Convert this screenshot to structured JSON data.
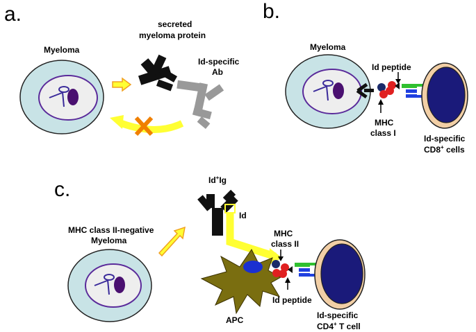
{
  "panels": {
    "a": {
      "letter": "a.",
      "myeloma_label": "Myeloma",
      "protein_label_line1": "secreted",
      "protein_label_line2": "myeloma protein",
      "antibody_label_line1": "Id-specific",
      "antibody_label_line2": "Ab"
    },
    "b": {
      "letter": "b.",
      "myeloma_label": "Myeloma",
      "peptide_label": "Id peptide",
      "mhc_label_line1": "MHC",
      "mhc_label_line2": "class I",
      "tcell_label_line1": "Id-specific",
      "tcell_label_line2_main": "CD8",
      "tcell_label_line2_sup": "+",
      "tcell_label_line2_tail": " cells"
    },
    "c": {
      "letter": "c.",
      "myeloma_label_line1": "MHC class II-negative",
      "myeloma_label_line2": "Myeloma",
      "ig_label_pre": "Id",
      "ig_label_sup": "+",
      "ig_label_post": "Ig",
      "id_label": "Id",
      "mhc_label_line1": "MHC",
      "mhc_label_line2": "class II",
      "apc_label": "APC",
      "peptide_label": "Id peptide",
      "tcell_label_line1": "Id-specific",
      "tcell_label_line2_main": "CD4",
      "tcell_label_line2_sup": "+",
      "tcell_label_line2_tail": " T cell"
    }
  },
  "colors": {
    "myeloma_cell_fill": "#c8e3e6",
    "nucleus_outline": "#5a2a9a",
    "nucleolus_fill": "#4a1070",
    "tcell_outer_fill": "#f2cfa6",
    "tcell_nucleus_fill": "#1a1a7a",
    "arrow_fill": "#ffff33",
    "arrow_outline": "#f0a020",
    "block_cross": "#f08000",
    "antibody_black": "#111111",
    "antibody_grey": "#999999",
    "apc_fill": "#7a6e10",
    "mhc_red": "#e02020",
    "mhc_blue": "#1a2a6a",
    "tcr_green": "#30c030",
    "tcr_blue": "#2040e0",
    "ingested_blue": "#1a30d0"
  }
}
